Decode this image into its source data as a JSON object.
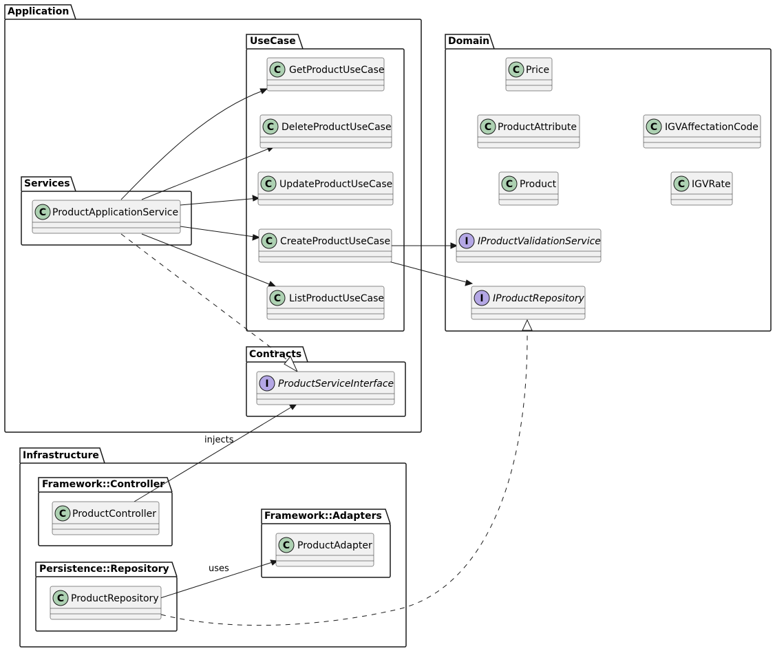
{
  "packages": {
    "application": "Application",
    "usecase": "UseCase",
    "services": "Services",
    "contracts": "Contracts",
    "domain": "Domain",
    "infrastructure": "Infrastructure",
    "controller": "Framework::Controller",
    "adapters": "Framework::Adapters",
    "persistence": "Persistence::Repository"
  },
  "classes": {
    "get_product_use_case": "GetProductUseCase",
    "delete_product_use_case": "DeleteProductUseCase",
    "update_product_use_case": "UpdateProductUseCase",
    "create_product_use_case": "CreateProductUseCase",
    "list_product_use_case": "ListProductUseCase",
    "product_application_service": "ProductApplicationService",
    "product_service_interface": "ProductServiceInterface",
    "price": "Price",
    "product_attribute": "ProductAttribute",
    "igv_affectation_code": "IGVAffectationCode",
    "product": "Product",
    "igv_rate": "IGVRate",
    "iproduct_validation_service": "IProductValidationService",
    "iproduct_repository": "IProductRepository",
    "product_controller": "ProductController",
    "product_adapter": "ProductAdapter",
    "product_repository": "ProductRepository"
  },
  "stereotype_glyphs": {
    "class": "C",
    "interface": "I"
  },
  "edge_labels": {
    "injects": "injects",
    "uses": "uses"
  },
  "colors": {
    "class_circle": "#ADD1B2",
    "interface_circle": "#B4A7E5",
    "box_fill": "#F1F1F1",
    "line": "#181818"
  }
}
